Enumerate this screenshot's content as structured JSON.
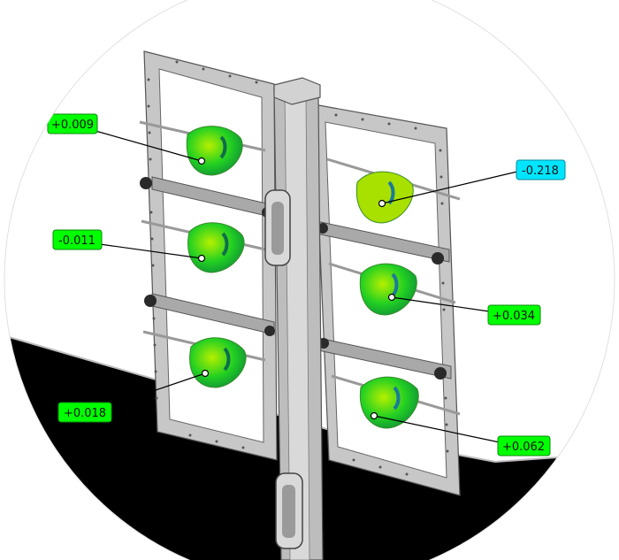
{
  "colors": {
    "frame_metal": "#c4c4c4",
    "frame_dark": "#6e6e6e",
    "part_green": "#22d022",
    "label_green": "#00ff00",
    "label_cyan": "#00e5ff",
    "floor": "#000000",
    "background": "#ffffff",
    "part_outline": "#3a8a2a"
  },
  "deviations": [
    {
      "id": "p1",
      "value": "+0.009",
      "status": "in-tolerance"
    },
    {
      "id": "p2",
      "value": "-0.011",
      "status": "in-tolerance"
    },
    {
      "id": "p3",
      "value": "+0.018",
      "status": "in-tolerance"
    },
    {
      "id": "p4",
      "value": "-0.218",
      "status": "out-of-tolerance"
    },
    {
      "id": "p5",
      "value": "+0.034",
      "status": "in-tolerance"
    },
    {
      "id": "p6",
      "value": "+0.062",
      "status": "in-tolerance"
    }
  ]
}
